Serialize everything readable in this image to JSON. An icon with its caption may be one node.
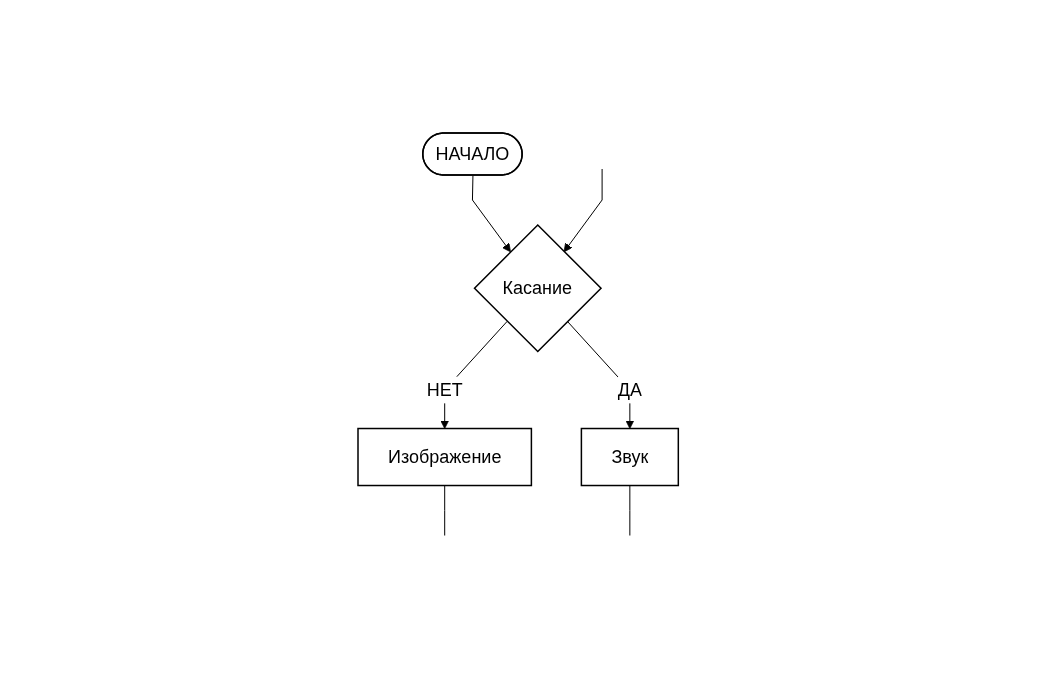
{
  "diagram": {
    "nodes": [
      {
        "text": [
          "НАЧАЛО"
        ]
      },
      {
        "text": [
          "Касание"
        ]
      },
      {
        "text": [
          "Изображение"
        ]
      },
      {
        "text": [
          "Звук"
        ]
      }
    ],
    "edges": [
      {
        "from": 0,
        "to": 1,
        "arrow": "to"
      },
      {
        "from": null,
        "to": 1,
        "arrow": "to"
      },
      {
        "from": 1,
        "to": 2,
        "arrow": "to",
        "label": "НЕТ"
      },
      {
        "from": 1,
        "to": 3,
        "arrow": "to",
        "label": "ДА"
      },
      {
        "from": 2,
        "to": null,
        "arrow": "none"
      },
      {
        "from": 3,
        "to": null,
        "arrow": "none"
      }
    ]
  }
}
